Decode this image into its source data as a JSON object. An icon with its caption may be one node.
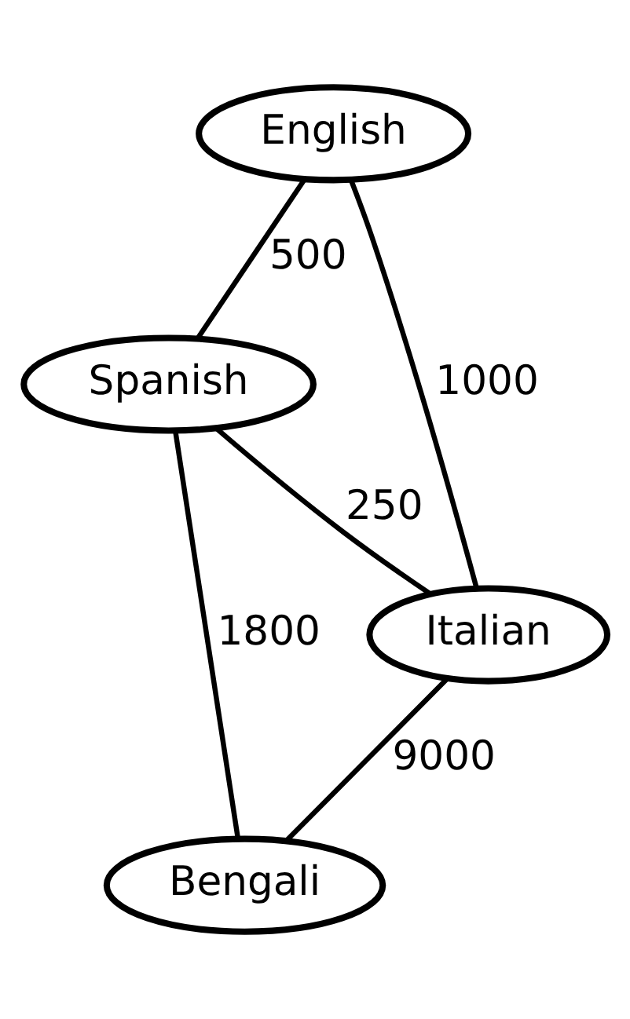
{
  "diagram": {
    "nodes": [
      {
        "text": [
          "English"
        ]
      },
      {
        "text": [
          "Spanish"
        ]
      },
      {
        "text": [
          "Italian"
        ]
      },
      {
        "text": [
          "Bengali"
        ]
      }
    ],
    "edges": [
      {
        "from": 0,
        "to": 1,
        "arrow": "none",
        "label": "500"
      },
      {
        "from": 0,
        "to": 2,
        "arrow": "none",
        "label": "1000"
      },
      {
        "from": 1,
        "to": 2,
        "arrow": "none",
        "label": "250"
      },
      {
        "from": 1,
        "to": 3,
        "arrow": "none",
        "label": "1800"
      },
      {
        "from": 2,
        "to": 3,
        "arrow": "none",
        "label": "9000"
      }
    ]
  }
}
